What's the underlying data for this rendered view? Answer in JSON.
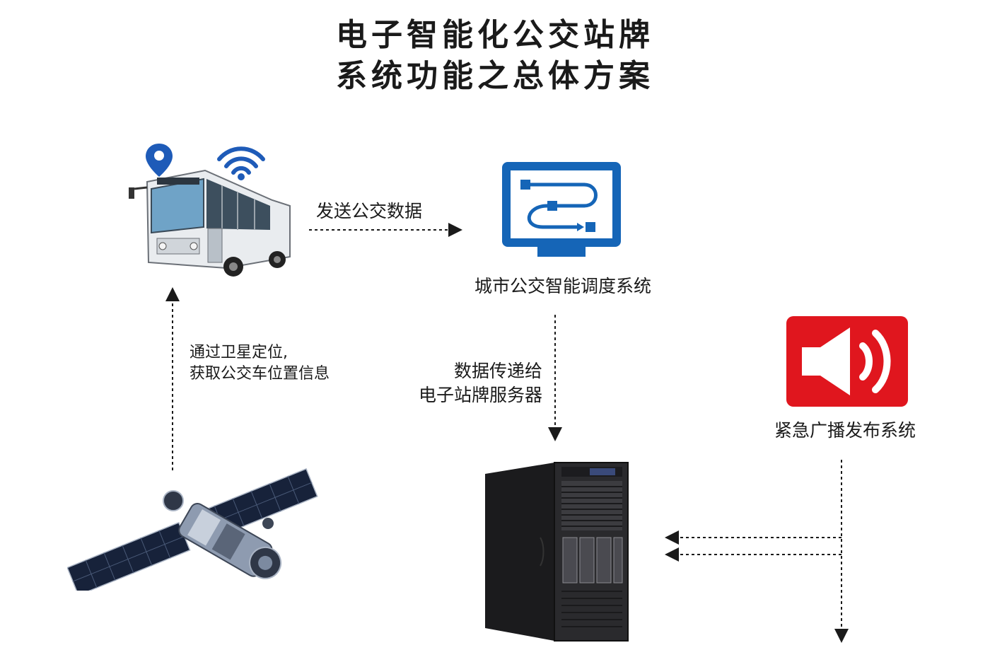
{
  "title": {
    "line1": "电子智能化公交站牌",
    "line2": "系统功能之总体方案"
  },
  "nodes": {
    "bus": {
      "icon": "bus-icon"
    },
    "dispatch": {
      "label": "城市公交智能调度系统",
      "icon": "dispatch-monitor-icon"
    },
    "broadcast": {
      "label": "紧急广播发布系统",
      "icon": "speaker-icon"
    },
    "satellite": {
      "icon": "satellite-icon"
    },
    "server": {
      "icon": "server-tower-icon"
    }
  },
  "edges": {
    "bus_to_dispatch": "发送公交数据",
    "satellite_to_bus_line1": "通过卫星定位,",
    "satellite_to_bus_line2": "获取公交车位置信息",
    "dispatch_to_server_line1": "数据传递给",
    "dispatch_to_server_line2": "电子站牌服务器"
  },
  "colors": {
    "dispatch_blue": "#1565b7",
    "broadcast_red": "#e0161e",
    "location_pin_blue": "#1e5bb8",
    "text": "#1a1a1a"
  }
}
